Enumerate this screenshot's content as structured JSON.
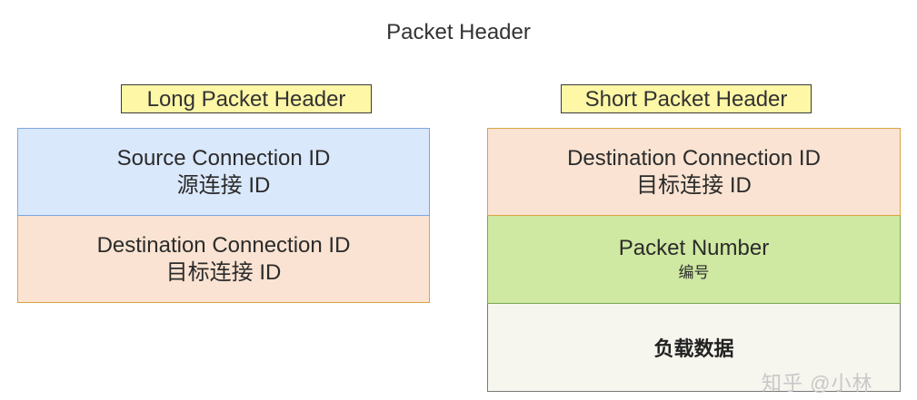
{
  "title": "Packet Header",
  "long": {
    "label": "Long Packet Header",
    "cells": [
      {
        "en": "Source Connection ID",
        "zh": "源连接 ID",
        "color": "#dae8fc"
      },
      {
        "en": "Destination Connection ID",
        "zh": "目标连接 ID",
        "color": "#fae3d2"
      }
    ]
  },
  "short": {
    "label": "Short Packet Header",
    "cells": [
      {
        "en": "Destination Connection ID",
        "zh": "目标连接 ID",
        "color": "#fae3d2"
      },
      {
        "en": "Packet Number",
        "zh": "编号",
        "color": "#cfe8a2"
      },
      {
        "zh": "负载数据",
        "color": "#f6f5ee"
      }
    ]
  },
  "watermark": "知乎 @小林"
}
